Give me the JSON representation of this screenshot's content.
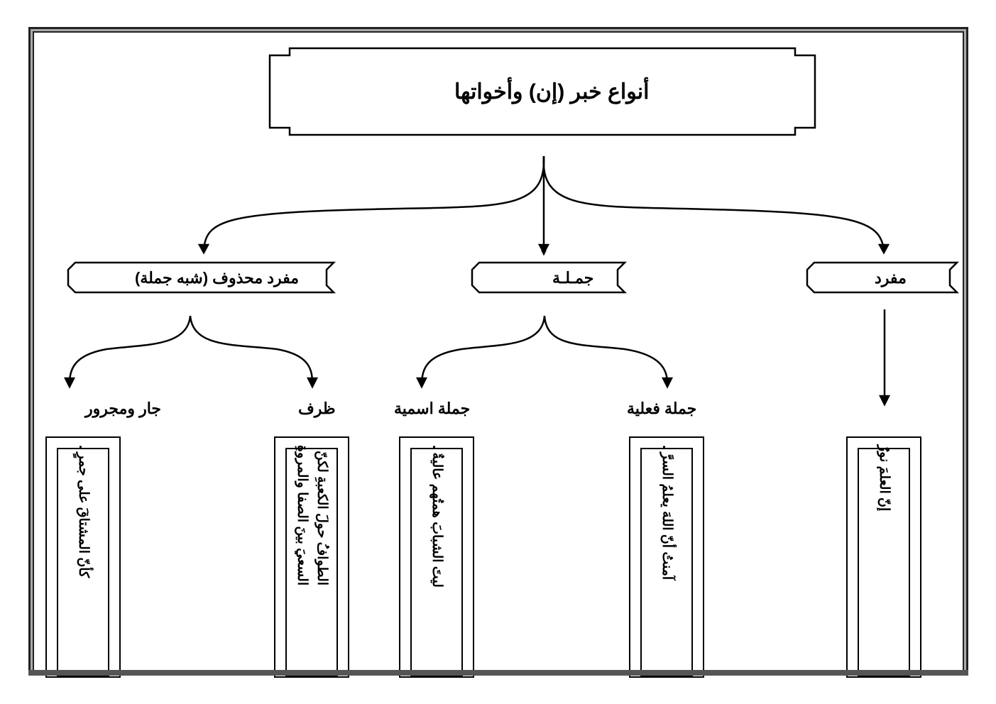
{
  "title": "أنواع خبر  (إن) وأخواتها",
  "level2": {
    "mufrad": "مفرد",
    "jumla": "جمـلـة",
    "shibh": "مفرد محذوف (شبه جملة)"
  },
  "level3": {
    "filiya": "جملة فعلية",
    "ismiya": "جملة اسمية",
    "zarf": "ظرف",
    "jar": "جار ومجرور"
  },
  "examples": {
    "mufrad": "إنّ العلمَ نورٌ",
    "filiya": "آمنتُ أنّ اللهَ يعلمُ السرَّ .",
    "ismiya": "ليتَ الشبابَ همتُهم عاليةٌ .",
    "zarf": "الطوافُ حولَ الكعبةِ لكنّ\nالسعيَ بينَ الصفا والمروةِ",
    "jar": "كأنّ المشتاقَ على جمرٍ ."
  }
}
